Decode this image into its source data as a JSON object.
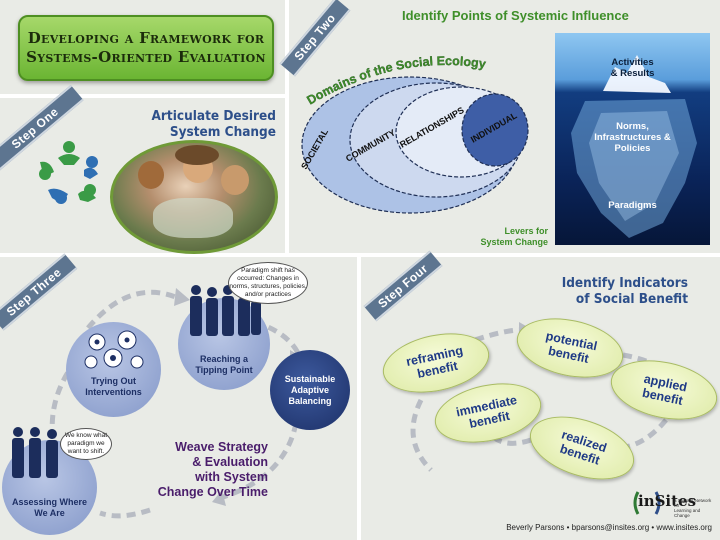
{
  "title": {
    "line1": "Developing a Framework for",
    "line2": "Systems-Oriented Evaluation"
  },
  "steps": {
    "one": "Step One",
    "two": "Step Two",
    "three": "Step Three",
    "four": "Step Four"
  },
  "step_one": {
    "heading_line1": "Articulate Desired",
    "heading_line2": "System Change"
  },
  "step_two": {
    "heading": "Identify Points of Systemic Influence",
    "domains_title": "Domains of the Social Ecology",
    "rings": [
      "SOCIETAL",
      "COMMUNITY",
      "RELATIONSHIPS",
      "INDIVIDUAL"
    ],
    "iceberg": {
      "top_line1": "Activities",
      "top_line2": "& Results",
      "middle_line1": "Norms,",
      "middle_line2": "Infrastructures &",
      "middle_line3": "Policies",
      "bottom": "Paradigms"
    },
    "levers_line1": "Levers for",
    "levers_line2": "System Change"
  },
  "step_three": {
    "speech_top": [
      "Paradigm shift has",
      "occurred: Changes in",
      "norms, structures, policies,",
      "and/or practices"
    ],
    "speech_bottom": [
      "We know what",
      "paradigm we",
      "want to shift."
    ],
    "tipping_line1": "Reaching a",
    "tipping_line2": "Tipping Point",
    "sustainable": [
      "Sustainable",
      "Adaptive",
      "Balancing"
    ],
    "trying_line1": "Trying Out",
    "trying_line2": "Interventions",
    "assessing_line1": "Assessing Where",
    "assessing_line2": "We Are",
    "weave": [
      "Weave Strategy",
      "& Evaluation",
      "with System",
      "Change Over Time"
    ]
  },
  "step_four": {
    "heading_line1": "Identify Indicators",
    "heading_line2": "of Social Benefit",
    "pills": {
      "potential": [
        "potential",
        "benefit"
      ],
      "reframing": [
        "reframing",
        "benefit"
      ],
      "applied": [
        "applied",
        "benefit"
      ],
      "immediate": [
        "immediate",
        "benefit"
      ],
      "realized": [
        "realized",
        "benefit"
      ]
    }
  },
  "logo": {
    "name": "inSites",
    "tag_line1": "a Support Network for",
    "tag_line2": "Learning and Change"
  },
  "footer": "Beverly Parsons • bparsons@insites.org • www.insites.org"
}
